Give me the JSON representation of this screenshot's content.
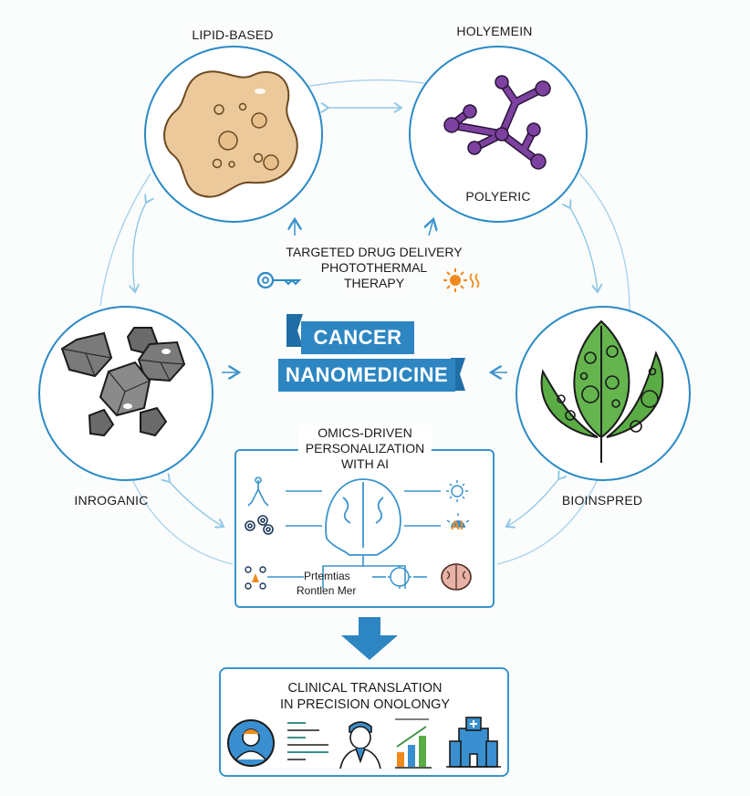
{
  "title": {
    "line1": "CANCER",
    "line2": "NANOMEDICINE"
  },
  "colors": {
    "accent_blue": "#2d86c2",
    "connector_light_blue": "#8fc8e6",
    "lipid_fill": "#ebc99b",
    "polymer_purple": "#7d42a0",
    "leaf_green": "#5aac45",
    "inorganic_gray": "#6e6e6e",
    "sun_orange": "#f08a1c"
  },
  "nanoparticle_types": [
    {
      "id": "lipid",
      "label": "LIPID-BASED"
    },
    {
      "id": "polymer",
      "label_top": "HOLYEMEIN",
      "label_inner": "POLYERIC"
    },
    {
      "id": "inorganic",
      "label": "INROGANIC"
    },
    {
      "id": "bioinspired",
      "label": "BIOINSPRED"
    }
  ],
  "therapies": {
    "line1": "TARGETED DRUG DELIVERY",
    "line2": "PHOTOTHERMAL",
    "line3": "THERAPY",
    "left_icon": "key-icon",
    "right_icon": "sun-heat-icon"
  },
  "omics": {
    "title_line1": "OMICS-DRIVEN",
    "title_line2": "PERSONALIZATION",
    "title_line3": "WITH AI",
    "ai_badge": "AI",
    "bottom_line1": "Prtemtias",
    "bottom_line2": "Rontlen Mer",
    "icons": [
      "antibody-icon",
      "cells-icon",
      "molecule-network-icon",
      "brain-head-icon",
      "sun-icon",
      "ai-lamp-icon",
      "gear-chip-icon",
      "brain-icon"
    ]
  },
  "clinical": {
    "title_line1": "CLINICAL TRANSLATION",
    "title_line2": "IN PRECISION ONOLONGY",
    "icons": [
      "patient-icon",
      "report-lines-icon",
      "doctor-icon",
      "growth-chart-icon",
      "hospital-icon"
    ]
  }
}
